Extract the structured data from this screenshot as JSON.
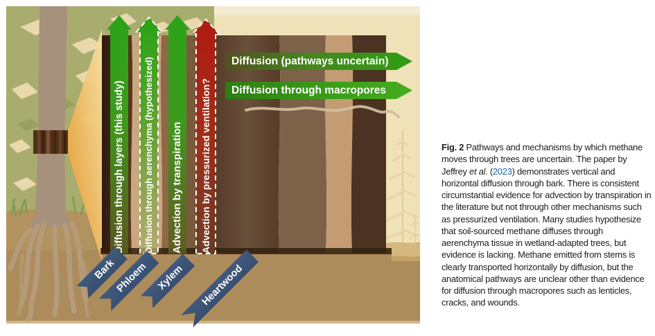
{
  "figure": {
    "vertical_arrows": [
      {
        "label": "Diffusion through layers (this study)",
        "style": "solid-green"
      },
      {
        "label": "Diffusion through aerenchyma (hypothesized)",
        "style": "dashed-outline-green"
      },
      {
        "label": "Advection by transpiration",
        "style": "solid-green"
      },
      {
        "label": "Advection by pressurized ventilation?",
        "style": "dashed-outline-red"
      }
    ],
    "horizontal_arrows": [
      {
        "label": "Diffusion (pathways uncertain)"
      },
      {
        "label": "Diffusion through macropores"
      }
    ],
    "layer_labels": [
      {
        "label": "Bark"
      },
      {
        "label": "Phloem"
      },
      {
        "label": "Xylem"
      },
      {
        "label": "Heartwood"
      }
    ],
    "colors": {
      "arrow_green": "#2f9e14",
      "arrow_red": "#a81c10",
      "banner_blue": "#3c5677",
      "citation_link": "#1464ad"
    }
  },
  "caption": {
    "fig_label": "Fig. 2",
    "text_1": " Pathways and mechanisms by which methane moves through trees are uncertain. The paper by Jeffrey ",
    "et_al": "et al",
    "text_2": ". (",
    "citation_year": "2023",
    "text_3": ") demonstrates vertical and horizontal diffusion through bark. There is consistent circumstantial evidence for advection by transpiration in the literature but not through other mechanisms such as pressurized ventilation. Many studies hypothesize that soil-sourced methane diffuses through aerenchyma tissue in wetland-adapted trees, but evidence is lacking. Methane emitted from stems is clearly transported horizontally by diffusion, but the anatomical pathways are unclear other than evidence for diffusion through macropores such as lenticles, cracks, and wounds."
  }
}
